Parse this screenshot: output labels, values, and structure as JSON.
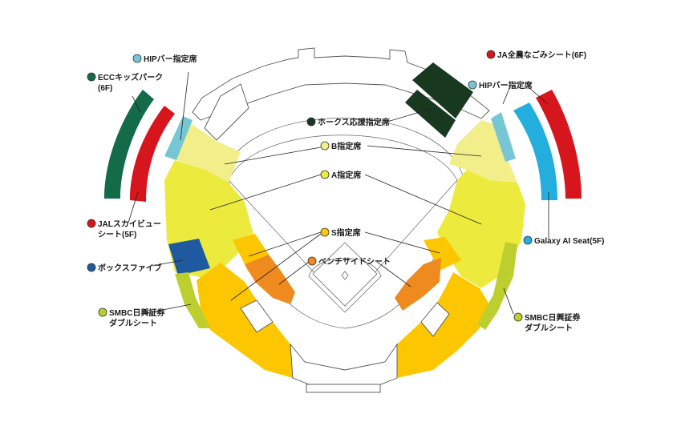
{
  "colors": {
    "ecc": "#136b4a",
    "red": "#d7151d",
    "hip": "#77c6d6",
    "hawks": "#183820",
    "b": "#f2ef8a",
    "a": "#ecea3d",
    "s": "#fcc700",
    "bench": "#ef8a1f",
    "box": "#1f5aa0",
    "smbc": "#bccf2e",
    "galaxy": "#23aede"
  },
  "legend": {
    "ecc_line1": "ECCキッズパーク",
    "ecc_line2": "(6F)",
    "hip_left": "HIPバー指定席",
    "jal_line1": "JALスカイビュー",
    "jal_line2": "シート(5F)",
    "box": "ボックスファイブ",
    "smbc_left_line1": "SMBC日興証券",
    "smbc_left_line2": "ダブルシート",
    "hawks": "ホークス応援指定席",
    "b": "B指定席",
    "a": "A指定席",
    "s": "S指定席",
    "bench": "ベンチサイドシート",
    "ja": "JA全農なごみシート(6F)",
    "hip_right": "HIPバー指定席",
    "galaxy": "Galaxy AI Seat(5F)",
    "smbc_right_line1": "SMBC日興証券",
    "smbc_right_line2": "ダブルシート"
  }
}
